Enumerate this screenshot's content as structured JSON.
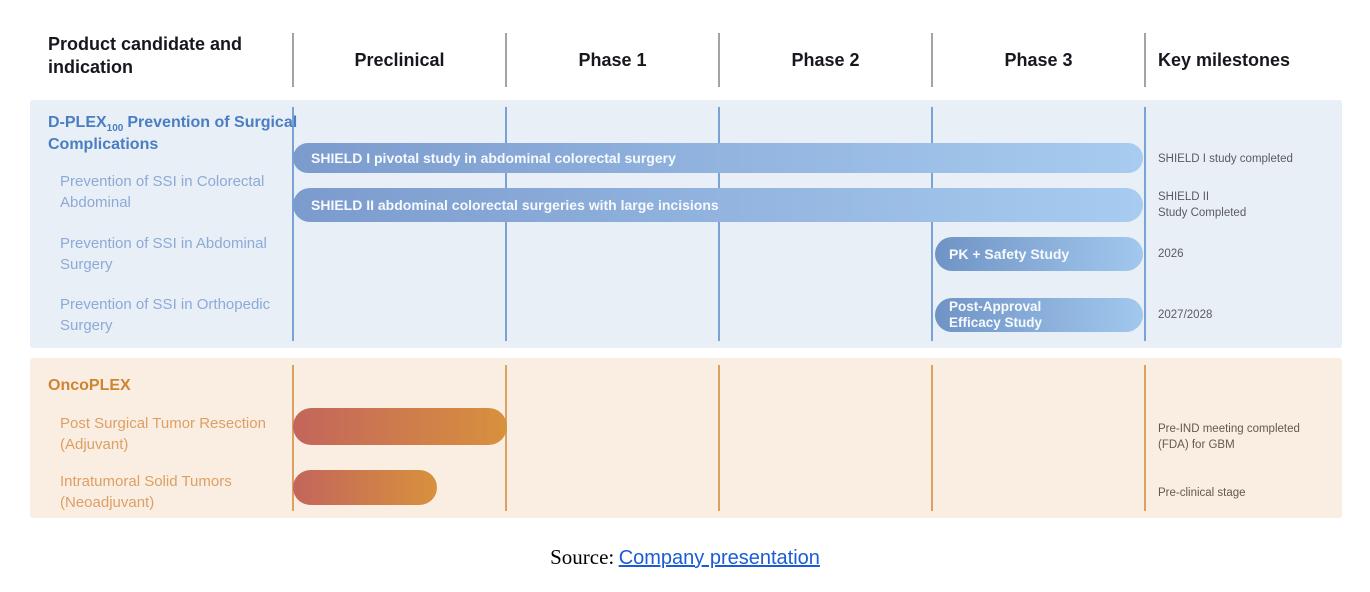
{
  "header": {
    "product_column": "Product candidate and indication",
    "phases": [
      "Preclinical",
      "Phase 1",
      "Phase 2",
      "Phase 3"
    ],
    "milestones_column": "Key milestones"
  },
  "dplex": {
    "title_product": "D-PLEX",
    "title_subscript": "100",
    "title_rest": "Prevention of Surgical Complications",
    "indications": [
      "Prevention of SSI in Colorectal Abdominal",
      "Prevention of SSI in Abdominal Surgery",
      "Prevention of SSI in Orthopedic Surgery"
    ],
    "bars": [
      {
        "label": "SHIELD I pivotal study in abdominal colorectal surgery",
        "span": "Preclinical through Phase 3"
      },
      {
        "label": "SHIELD II abdominal colorectal surgeries with large incisions",
        "span": "Preclinical through Phase 3"
      },
      {
        "label": "PK + Safety Study",
        "span": "Phase 3"
      },
      {
        "label": "Post-Approval\nEfficacy Study",
        "span": "Phase 3"
      }
    ],
    "milestones": [
      "SHIELD I study completed",
      "SHIELD II\nStudy Completed",
      "2026",
      "2027/2028"
    ]
  },
  "oncoplex": {
    "title": "OncoPLEX",
    "indications": [
      "Post Surgical Tumor Resection (Adjuvant)",
      "Intratumoral Solid Tumors (Neoadjuvant)"
    ],
    "bars": [
      {
        "label": "",
        "span": "Preclinical"
      },
      {
        "label": "",
        "span": "Preclinical (partial)"
      }
    ],
    "milestones": [
      "Pre-IND meeting completed\n(FDA) for GBM",
      "Pre-clinical stage"
    ]
  },
  "source": {
    "label": "Source:",
    "link_text": "Company presentation"
  },
  "colors": {
    "dplex_section_bg": "#e9eff7",
    "dplex_accent": "#4a7ec2",
    "dplex_label": "#8caad7",
    "bar_blue_start": "#7b9bcd",
    "bar_blue_end": "#a8ccf0",
    "oncoplex_section_bg": "#faeee3",
    "oncoplex_accent": "#cf8433",
    "oncoplex_label": "#dd9f63",
    "bar_orange_start": "#c3655c",
    "bar_orange_end": "#d8913d",
    "milestone_text": "#5a5b60",
    "link": "#1b5cd6"
  }
}
